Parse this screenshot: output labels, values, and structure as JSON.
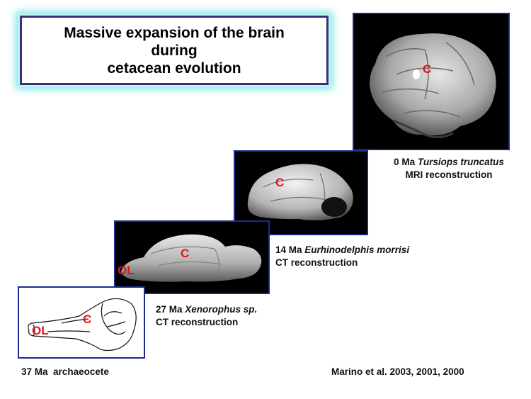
{
  "title": {
    "line1": "Massive expansion of the brain",
    "line2": "during",
    "line3": "cetacean evolution"
  },
  "specimens": [
    {
      "age": "0 Ma",
      "name": "Tursiops truncatus",
      "method": "MRI reconstruction",
      "labels": [
        "C"
      ]
    },
    {
      "age": "14 Ma",
      "name": "Eurhinodelphis morrisi",
      "method": "CT reconstruction",
      "labels": [
        "C"
      ]
    },
    {
      "age": "27 Ma",
      "name": "Xenorophus sp.",
      "method": "CT reconstruction",
      "labels": [
        "C",
        "OL"
      ]
    },
    {
      "age": "37 Ma",
      "name": "archaeocete",
      "method": "",
      "labels": [
        "C",
        "OL"
      ]
    }
  ],
  "citation": "Marino et al. 2003, 2001, 2000",
  "colors": {
    "label": "#e4141b",
    "panel_border": "#1c2a8c",
    "title_border": "#3b2f78",
    "glow": "#7fe6e6"
  }
}
